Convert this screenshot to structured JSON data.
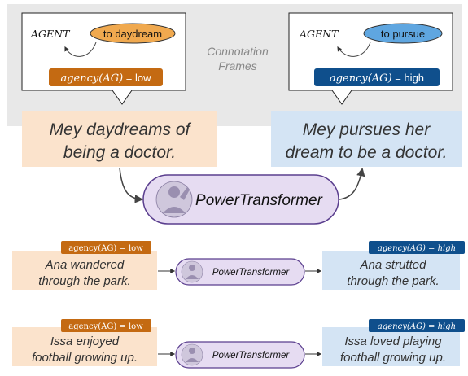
{
  "colors": {
    "low_fill": "#c46a12",
    "low_light": "#f0a94f",
    "high_fill": "#0f4f8c",
    "high_light": "#5fa6e0",
    "orange_bg": "#fbe3cc",
    "blue_bg": "#d4e4f4",
    "purple_fill": "#e6dcf2",
    "purple_stroke": "#5a3e8e",
    "gray_bg": "#e8e8e8"
  },
  "connotation": {
    "line1": "Connotation",
    "line2": "Frames"
  },
  "frame_left": {
    "agent": "AGENT",
    "verb": "to daydream",
    "label_func": "agency",
    "label_arg": "(AG)",
    "label_value": " = low"
  },
  "frame_right": {
    "agent": "AGENT",
    "verb": "to pursue",
    "label_func": "agency",
    "label_arg": "(AG)",
    "label_value": " = high"
  },
  "main_example": {
    "source_line1": "Mey daydreams of",
    "source_line2": "being a doctor.",
    "target_line1": "Mey pursues her",
    "target_line2": "dream to be a doctor.",
    "model": "PowerTransformer"
  },
  "examples": [
    {
      "badge_left": "agency(AG) = low",
      "badge_right": "agency(AG) = high",
      "source_line1": "Ana wandered",
      "source_line2": "through the park.",
      "model": "PowerTransformer",
      "target_line1": "Ana strutted",
      "target_line2": "through the park."
    },
    {
      "badge_left": "agency(AG) = low",
      "badge_right": "agency(AG) = high",
      "source_line1": "Issa enjoyed",
      "source_line2": "football growing up.",
      "model": "PowerTransformer",
      "target_line1": "Issa loved playing",
      "target_line2": "football growing up."
    }
  ]
}
